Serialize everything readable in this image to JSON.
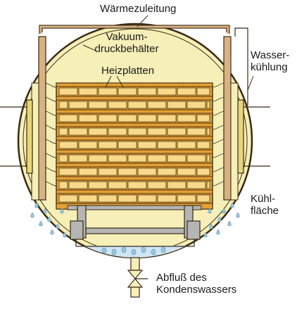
{
  "labels": {
    "heat_supply": "Wärmezuleitung",
    "vacuum_vessel_line1": "Vakuum-",
    "vacuum_vessel_line2": "druckbehälter",
    "heating_plates": "Heizplatten",
    "water_cooling_line1": "Wasser-",
    "water_cooling_line2": "kühlung",
    "cooling_surface_line1": "Kühl-",
    "cooling_surface_line2": "fläche",
    "condensate_drain_line1": "Abfluß des",
    "condensate_drain_line2": "Kondenswassers"
  },
  "colors": {
    "vessel_fill": "#f6efb7",
    "outline": "#3a2a14",
    "plate_orange": "#e5a033",
    "plate_light": "#f7d98a",
    "pipe_tan": "#d9b283",
    "cooler_fill": "#e8d67a",
    "condensate_water": "#cfe6f2",
    "droplet": "#9ac6e0",
    "stand_grey": "#b5b5b5"
  },
  "icons": {
    "drain_valve": "valve-icon"
  }
}
